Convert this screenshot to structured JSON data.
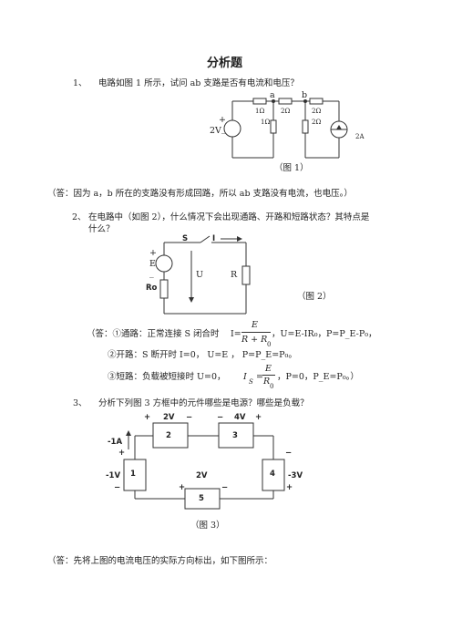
{
  "title": "分析题",
  "q1": {
    "num": "1、",
    "text": "电路如图 1 所示，试问 ab 支路是否有电流和电压？",
    "fig": {
      "node_a": "a",
      "node_b": "b",
      "r1": "1Ω",
      "r2": "2Ω",
      "r3": "2Ω",
      "r4": "1Ω",
      "r5": "2Ω",
      "src_plus": "+",
      "src_label": "2V",
      "src_minus": "_",
      "cur_label": "2A"
    },
    "caption": "（图 1）",
    "answer": "（答：因为 a，b 所在的支路没有形成回路，所以 ab 支路没有电流，也电压。）"
  },
  "q2": {
    "num": "2、",
    "text1": "在电路中（如图 2），什么情况下会出现通路、开路和短路状态？其特点是",
    "text2": "什么？",
    "fig": {
      "switch": "S",
      "current": "I",
      "plus": "+",
      "emf": "E",
      "minus": "_",
      "ro": "Ro",
      "u": "U",
      "r": "R"
    },
    "caption": "（图 2）",
    "ans1": {
      "prefix": "（答：①通路：正常连接 S 闭合时",
      "i_eq": "I=",
      "frac_num": "E",
      "frac_den": "R + R",
      "frac_sub": "0",
      "rest": "，U=E-IR₀，P=P_E-P₀，"
    },
    "ans2": "②开路：S 断开时     I=0，  U=E ，  P=P_E=P₀。",
    "ans3": {
      "prefix": "③短路：负载被短接时     U=0，",
      "is": "I",
      "is_sub": "S",
      "eq": "=",
      "frac_num": "E",
      "frac_den": "R",
      "frac_sub": "0",
      "rest": "，P=0，P_E=P₀。）"
    }
  },
  "q3": {
    "num": "3、",
    "text": "分析下列图 3 方框中的元件哪些是电源？哪些是负载？",
    "fig": {
      "b2_plus": "+",
      "b2_v": "2V",
      "b2_minus": "−",
      "b3_minus": "−",
      "b3_v": "4V",
      "b3_plus": "+",
      "cur": "-1A",
      "b1_plus": "+",
      "b1_v": "-1V",
      "b1_minus": "−",
      "b4_minus": "−",
      "b4_v": "-3V",
      "b4_plus": "+",
      "b5_plus": "+",
      "b5_v": "2V",
      "b5_minus": "−",
      "n1": "1",
      "n2": "2",
      "n3": "3",
      "n4": "4",
      "n5": "5"
    },
    "caption": "（图 3）",
    "answer": "（答：先将上图的电流电压的实际方向标出，如下图所示："
  }
}
